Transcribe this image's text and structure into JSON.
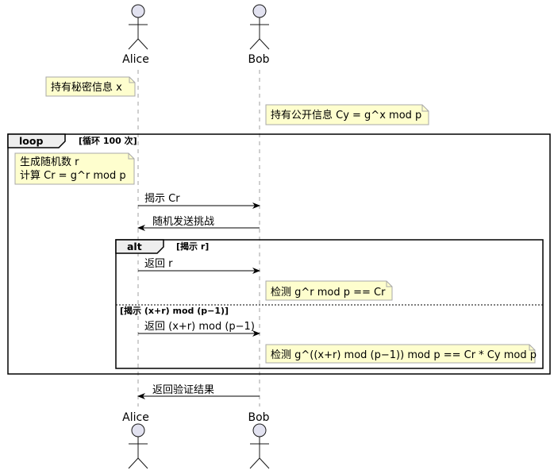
{
  "participants": [
    {
      "id": "alice",
      "name": "Alice"
    },
    {
      "id": "bob",
      "name": "Bob"
    }
  ],
  "notes": {
    "alice_secret": "持有秘密信息 x",
    "bob_public": "持有公开信息 Cy = g^x mod p",
    "loop_note_line1": "生成随机数 r",
    "loop_note_line2": "计算 Cr = g^r mod p",
    "check_r": "检测 g^r mod p == Cr",
    "check_xr": "检测 g^((x+r) mod (p−1)) mod p == Cr * Cy mod p"
  },
  "loop": {
    "keyword": "loop",
    "condition": "[循环 100 次]"
  },
  "alt": {
    "keyword": "alt",
    "condition_1": "[揭示 r]",
    "condition_2": "[揭示 (x+r) mod (p−1)]"
  },
  "messages": {
    "reveal_cr": "揭示 Cr",
    "random_challenge": "随机发送挑战",
    "return_r": "返回 r",
    "return_xr": "返回 (x+r) mod (p−1)",
    "return_result": "返回验证结果"
  },
  "colors": {
    "note_fill": "#fefece",
    "actor_fill": "#e2e2f0"
  }
}
